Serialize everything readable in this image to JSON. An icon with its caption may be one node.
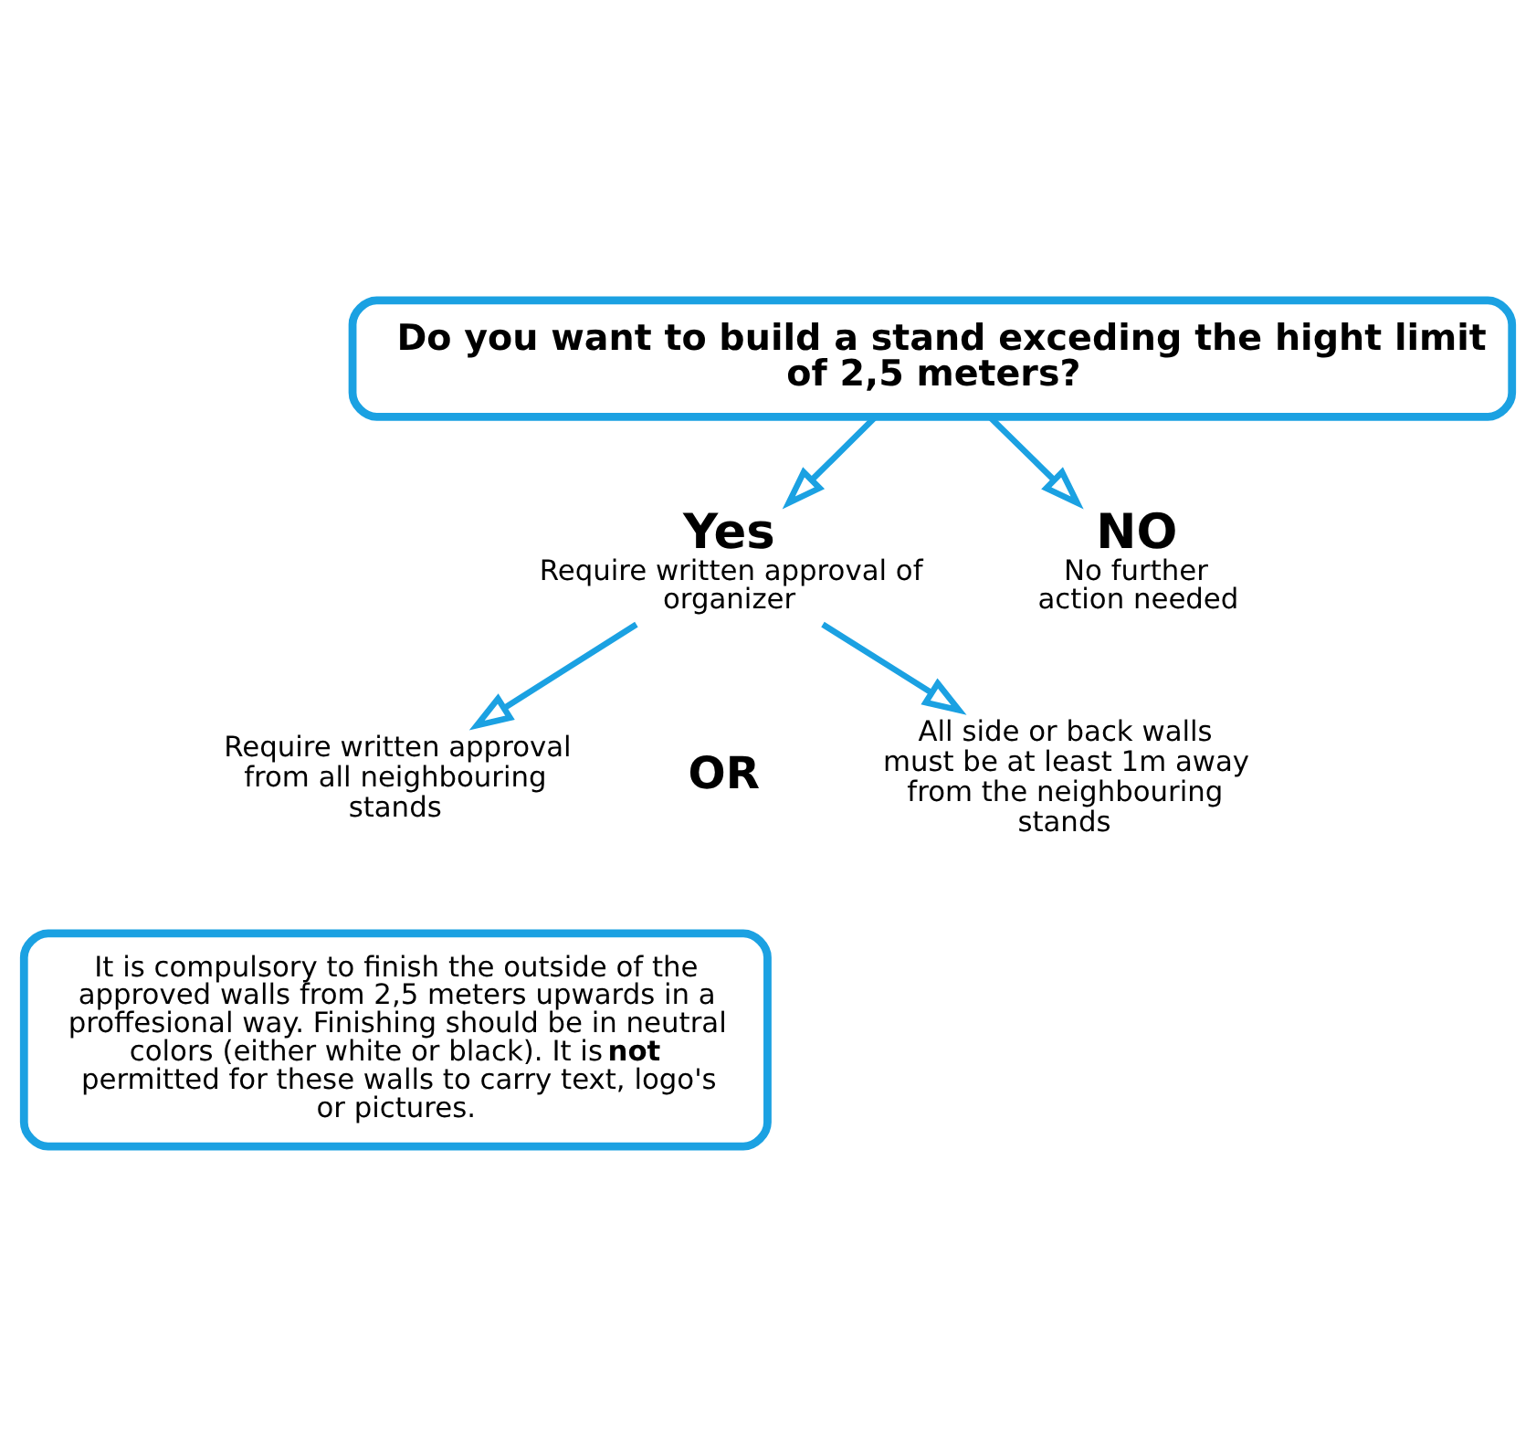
{
  "diagram": {
    "nodes": [
      {
        "text": [
          "Do you want to build a stand exceding the hight limit of 2,5 meters?"
        ]
      },
      {
        "text": [
          "Yes",
          "Require written approval of organizer"
        ]
      },
      {
        "text": [
          "NO",
          "No further action needed"
        ]
      },
      {
        "text": [
          "Require written approval from all neighbouring stands"
        ]
      },
      {
        "text": [
          "All side or back walls must be at least 1m away from the neighbouring stands"
        ]
      },
      {
        "text": [
          "It is compulsory to finish the outside of the approved walls from 2,5 meters upwards in a proffesional way. Finishing should be in neutral colors (either white or black). It is **not** permitted for these walls to carry text, logo's or pictures."
        ]
      }
    ],
    "edges": [
      {
        "from": 0,
        "to": 1,
        "arrow": "to"
      },
      {
        "from": 0,
        "to": 2,
        "arrow": "to"
      },
      {
        "from": 1,
        "to": 3,
        "arrow": "to"
      },
      {
        "from": 1,
        "to": 4,
        "arrow": "to"
      }
    ],
    "labels": [
      "OR"
    ]
  }
}
